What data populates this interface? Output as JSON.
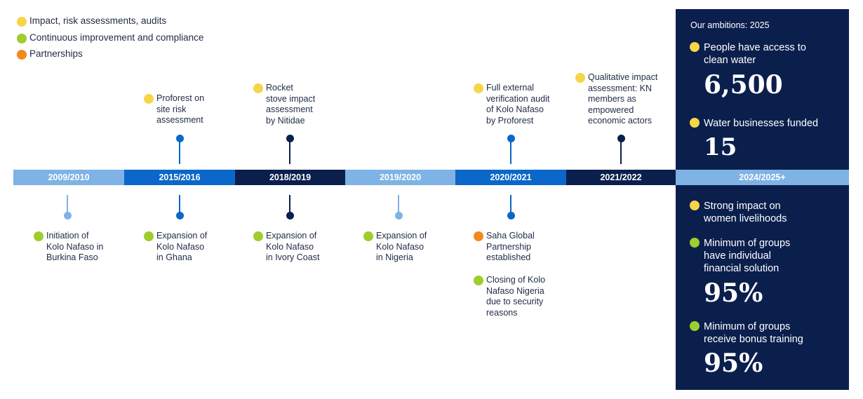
{
  "colors": {
    "yellow": "#f7d548",
    "green": "#9fcd2b",
    "orange": "#f28a1a",
    "light_blue": "#7fb2e5",
    "mid_blue": "#0b67c9",
    "navy": "#0b1f4d",
    "panel_bg": "#0b1f4d"
  },
  "legend": [
    {
      "label": "Impact, risk assessments, audits",
      "color": "yellow"
    },
    {
      "label": "Continuous improvement and compliance",
      "color": "green"
    },
    {
      "label": "Partnerships",
      "color": "orange"
    }
  ],
  "timeline": {
    "periods": [
      {
        "label": "2009/2010",
        "shade": "light_blue"
      },
      {
        "label": "2015/2016",
        "shade": "mid_blue"
      },
      {
        "label": "2018/2019",
        "shade": "navy"
      },
      {
        "label": "2019/2020",
        "shade": "light_blue"
      },
      {
        "label": "2020/2021",
        "shade": "mid_blue"
      },
      {
        "label": "2021/2022",
        "shade": "navy"
      },
      {
        "label": "2024/2025+",
        "shade": "light_blue"
      }
    ],
    "above": [
      {
        "period": "2015/2016",
        "color": "yellow",
        "text": "Proforest on\nsite risk\nassessment"
      },
      {
        "period": "2018/2019",
        "color": "yellow",
        "text": "Rocket\nstove impact\nassessment\nby Nitidae"
      },
      {
        "period": "2020/2021",
        "color": "yellow",
        "text": "Full external\nverification audit\nof Kolo Nafaso\nby Proforest"
      },
      {
        "period": "2021/2022",
        "color": "yellow",
        "text": "Qualitative impact\nassessment: KN\nmembers as\nempowered\neconomic actors"
      }
    ],
    "below": [
      {
        "period": "2009/2010",
        "color": "green",
        "text": "Initiation of\nKolo Nafaso in\nBurkina Faso"
      },
      {
        "period": "2015/2016",
        "color": "green",
        "text": "Expansion of\nKolo Nafaso\nin Ghana"
      },
      {
        "period": "2018/2019",
        "color": "green",
        "text": "Expansion of\nKolo Nafaso\nin Ivory Coast"
      },
      {
        "period": "2019/2020",
        "color": "green",
        "text": "Expansion of\nKolo Nafaso\nin Nigeria"
      },
      {
        "period": "2020/2021",
        "color": "orange",
        "text": "Saha Global\nPartnership\nestablished"
      },
      {
        "period": "2020/2021",
        "color": "green",
        "text": "Closing of Kolo\nNafaso Nigeria\ndue to security\nreasons"
      }
    ]
  },
  "ambitions": {
    "title": "Our ambitions: 2025",
    "top": [
      {
        "color": "yellow",
        "text": "People have access to\nclean water",
        "value": "6,500"
      },
      {
        "color": "yellow",
        "text": "Water businesses funded",
        "value": "15"
      }
    ],
    "bottom": [
      {
        "color": "yellow",
        "text": "Strong impact on\nwomen livelihoods",
        "value": ""
      },
      {
        "color": "green",
        "text": "Minimum of groups\nhave individual\nfinancial solution",
        "value": "95%"
      },
      {
        "color": "green",
        "text": "Minimum of groups\nreceive bonus training",
        "value": "95%"
      }
    ]
  }
}
